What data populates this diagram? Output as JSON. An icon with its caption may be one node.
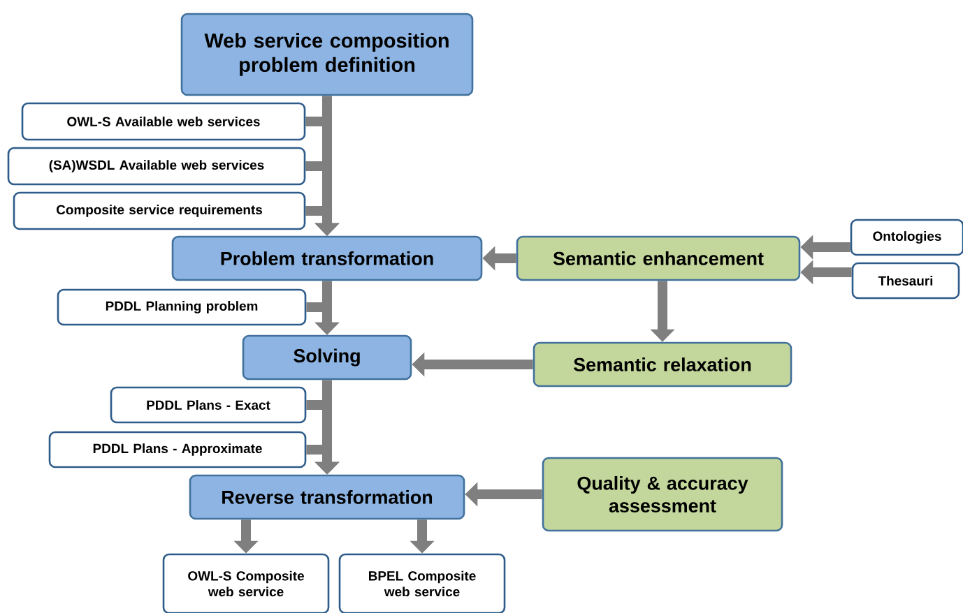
{
  "diagram": {
    "nodes": [
      {
        "text": [
          "Web service composition problem definition"
        ]
      },
      {
        "text": [
          "OWL-S Available web services"
        ]
      },
      {
        "text": [
          "(SA)WSDL Available web services"
        ]
      },
      {
        "text": [
          "Composite service requirements"
        ]
      },
      {
        "text": [
          "Problem transformation"
        ]
      },
      {
        "text": [
          "Semantic enhancement"
        ]
      },
      {
        "text": [
          "Ontologies"
        ]
      },
      {
        "text": [
          "Thesauri"
        ]
      },
      {
        "text": [
          "PDDL Planning problem"
        ]
      },
      {
        "text": [
          "Solving"
        ]
      },
      {
        "text": [
          "Semantic relaxation"
        ]
      },
      {
        "text": [
          "PDDL Plans - Exact"
        ]
      },
      {
        "text": [
          "PDDL Plans - Approximate"
        ]
      },
      {
        "text": [
          "Reverse transformation"
        ]
      },
      {
        "text": [
          "Quality & accuracy assessment"
        ]
      },
      {
        "text": [
          "OWL-S Composite web service"
        ]
      },
      {
        "text": [
          "BPEL Composite web service"
        ]
      }
    ],
    "edges": [
      {
        "from": 0,
        "to": 4,
        "arrow": "to"
      },
      {
        "from": 1,
        "to": 4,
        "arrow": "to"
      },
      {
        "from": 2,
        "to": 4,
        "arrow": "to"
      },
      {
        "from": 3,
        "to": 4,
        "arrow": "to"
      },
      {
        "from": 5,
        "to": 4,
        "arrow": "to"
      },
      {
        "from": 6,
        "to": 5,
        "arrow": "to"
      },
      {
        "from": 7,
        "to": 5,
        "arrow": "to"
      },
      {
        "from": 5,
        "to": 10,
        "arrow": "to"
      },
      {
        "from": 4,
        "to": 9,
        "arrow": "to"
      },
      {
        "from": 8,
        "to": 9,
        "arrow": "to"
      },
      {
        "from": 10,
        "to": 9,
        "arrow": "to"
      },
      {
        "from": 9,
        "to": 13,
        "arrow": "to"
      },
      {
        "from": 11,
        "to": 13,
        "arrow": "to"
      },
      {
        "from": 12,
        "to": 13,
        "arrow": "to"
      },
      {
        "from": 14,
        "to": 13,
        "arrow": "to"
      },
      {
        "from": 13,
        "to": 15,
        "arrow": "to"
      },
      {
        "from": 13,
        "to": 16,
        "arrow": "to"
      }
    ]
  }
}
